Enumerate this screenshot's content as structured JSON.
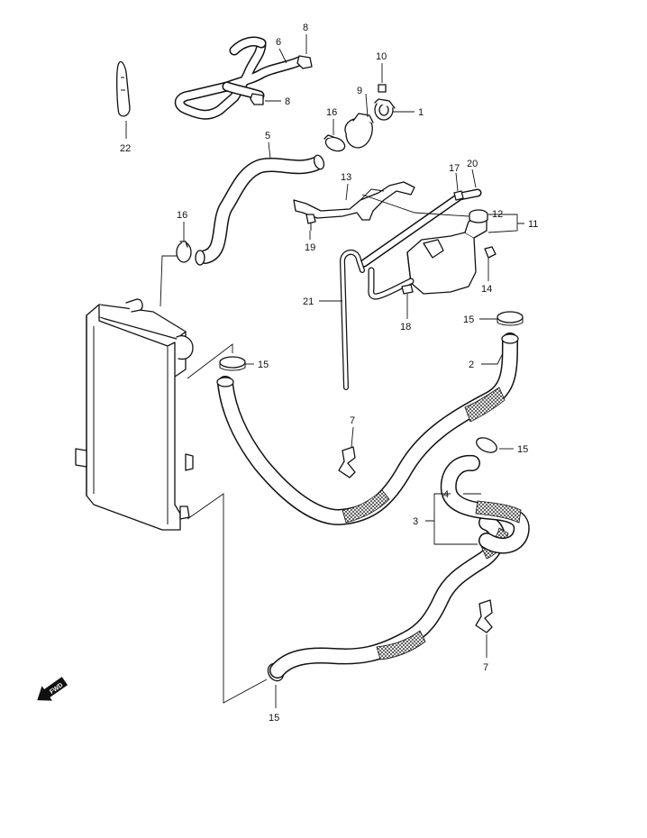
{
  "callouts": {
    "c1": "1",
    "c2": "2",
    "c3": "3",
    "c4": "4",
    "c5": "5",
    "c6": "6",
    "c7a": "7",
    "c7b": "7",
    "c8a": "8",
    "c8b": "8",
    "c9": "9",
    "c10": "10",
    "c11": "11",
    "c12": "12",
    "c13": "13",
    "c14": "14",
    "c15a": "15",
    "c15b": "15",
    "c15c": "15",
    "c15d": "15",
    "c16a": "16",
    "c16b": "16",
    "c17": "17",
    "c18": "18",
    "c19": "19",
    "c20": "20",
    "c21": "21",
    "c22": "22"
  },
  "fwd_label": "FWD",
  "icons": [
    "fwd-arrow-icon"
  ]
}
